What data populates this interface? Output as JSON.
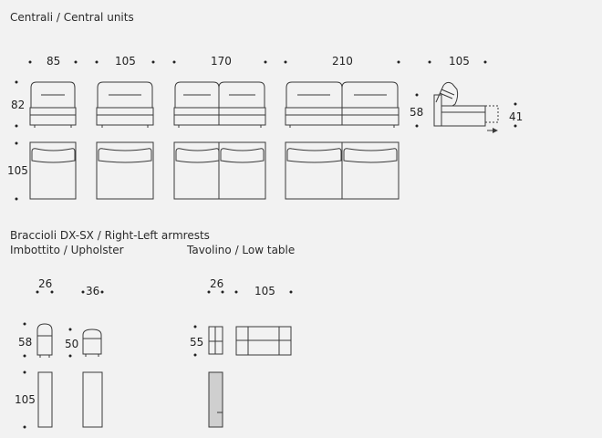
{
  "sections": {
    "central": "Centrali / Central units",
    "armrests": "Braccioli DX-SX / Right-Left armrests",
    "upholster": "Imbottito / Upholster",
    "low_table": "Tavolino / Low table"
  },
  "central_units": {
    "widths": [
      "85",
      "105",
      "170",
      "210",
      "105"
    ],
    "height_label": "82",
    "depth_label": "105",
    "recliner_heights": [
      "58",
      "41"
    ]
  },
  "armrests": {
    "upholster_widths": [
      "26",
      "36"
    ],
    "upholster_heights": [
      "58",
      "50"
    ],
    "depth_label": "105",
    "table_widths": [
      "26",
      "105"
    ],
    "table_height": "55"
  }
}
